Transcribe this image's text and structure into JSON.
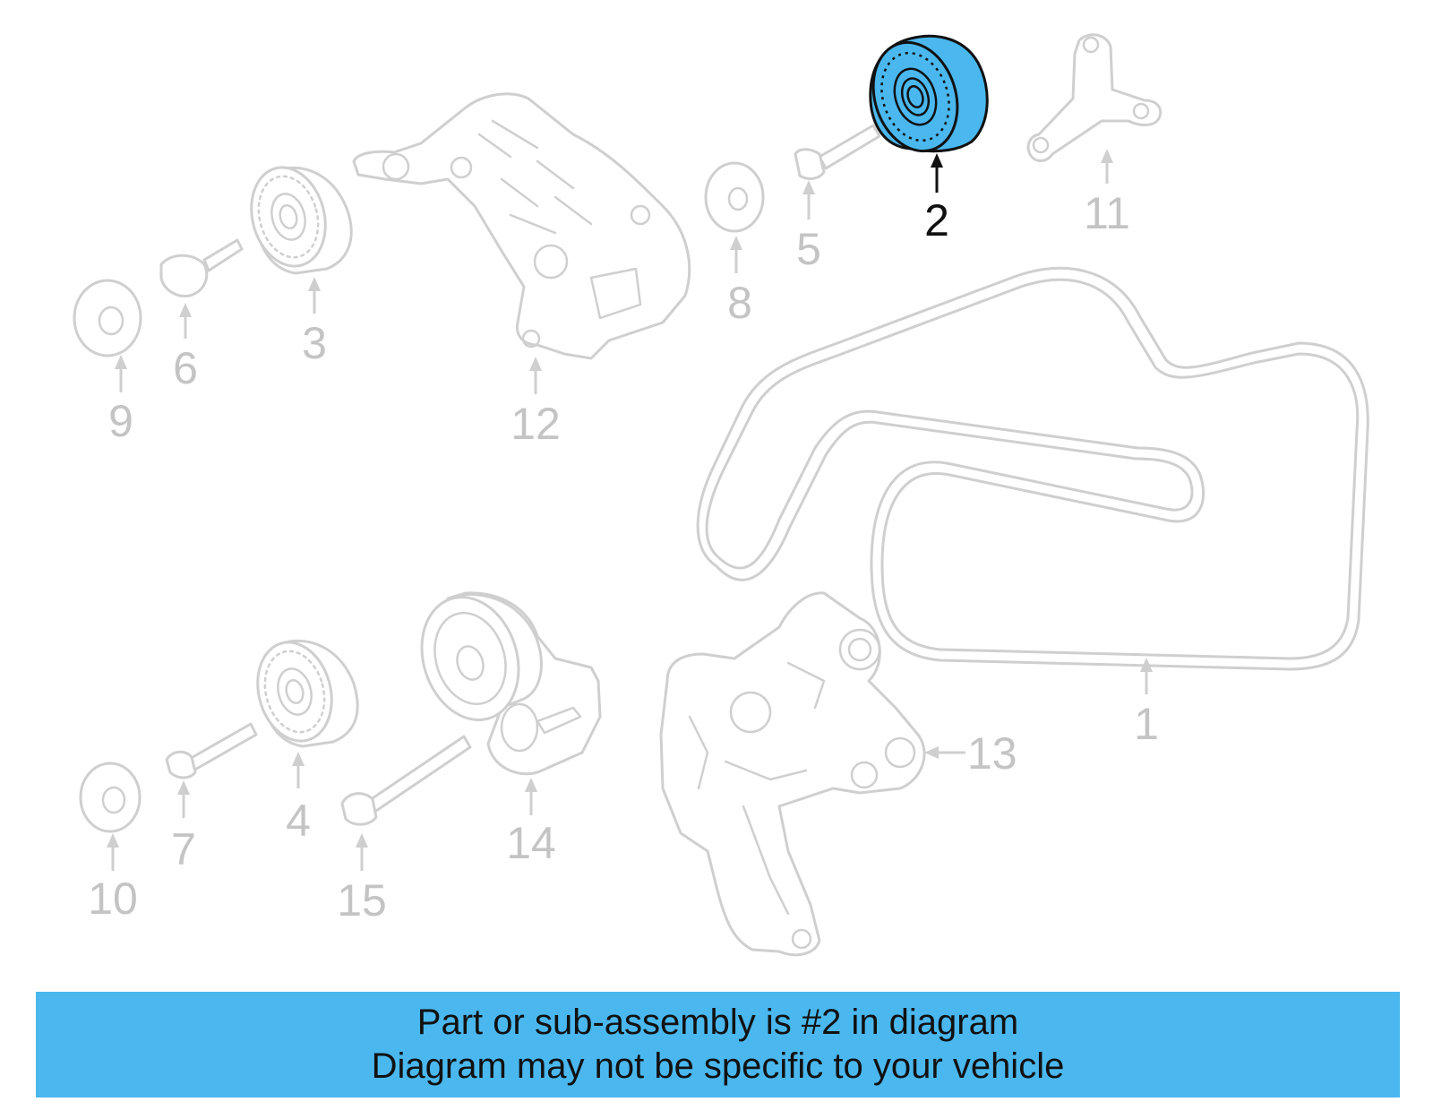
{
  "banner": {
    "line1": "Part or sub-assembly is #2 in diagram",
    "line2": "Diagram may not be specific to your vehicle",
    "background_color": "#4ab8ef"
  },
  "diagram": {
    "highlight_color": "#4ab8ef",
    "highlighted_part": "2",
    "callouts": [
      "1",
      "2",
      "3",
      "4",
      "5",
      "6",
      "7",
      "8",
      "9",
      "10",
      "11",
      "12",
      "13",
      "14",
      "15"
    ]
  }
}
